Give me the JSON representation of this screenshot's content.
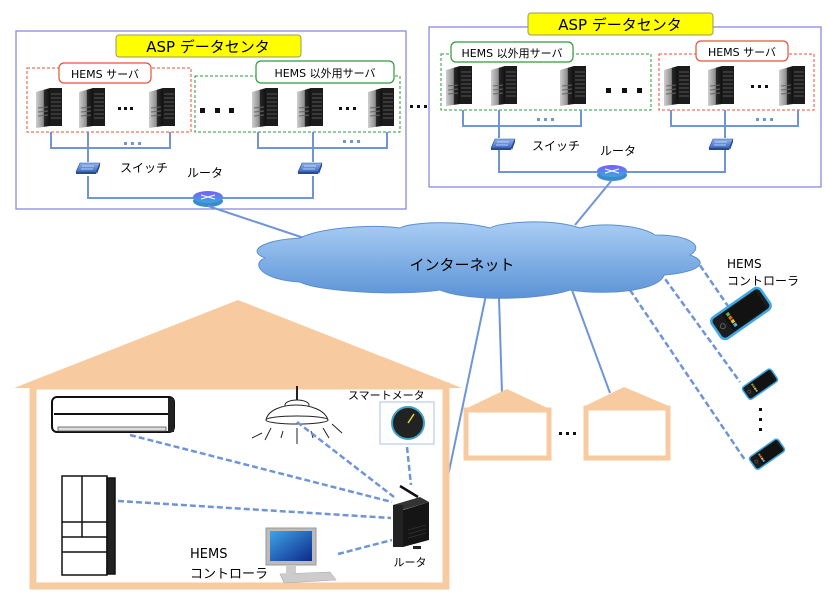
{
  "datacenters": [
    {
      "title": "ASP データセンタ",
      "groups": [
        {
          "label": "HEMS サーバ",
          "kind": "hems"
        },
        {
          "label": "HEMS 以外用サーバ",
          "kind": "other"
        }
      ],
      "switch_label": "スイッチ",
      "router_label": "ルータ"
    },
    {
      "title": "ASP データセンタ",
      "groups": [
        {
          "label": "HEMS 以外用サーバ",
          "kind": "other"
        },
        {
          "label": "HEMS サーバ",
          "kind": "hems"
        }
      ],
      "switch_label": "スイッチ",
      "router_label": "ルータ"
    }
  ],
  "ellipsis": "…",
  "internet_label": "インターネット",
  "mobile": {
    "label_line1": "HEMS",
    "label_line2": "コントローラ"
  },
  "home": {
    "smart_meter_label": "スマートメータ",
    "controller_line1": "HEMS",
    "controller_line2": "コントローラ",
    "router_label": "ルータ"
  },
  "colors": {
    "datacenter_border": "#8080e0",
    "title_bg": "#ffff00",
    "hems_group": "#e8503a",
    "other_group": "#2e9a3a",
    "link": "#6f95d6",
    "cloud_top": "#a9cdf5",
    "cloud_bottom": "#5b93d6",
    "house": "#f7caa0"
  }
}
